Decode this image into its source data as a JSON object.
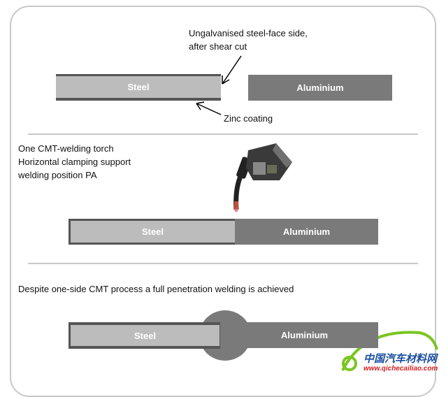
{
  "section1": {
    "annotation_top_line1": "Ungalvanised steel-face side,",
    "annotation_top_line2": "after shear cut",
    "annotation_bottom": "Zinc coating",
    "steel_label": "Steel",
    "aluminium_label": "Aluminium"
  },
  "section2": {
    "lines": [
      "One CMT-welding torch",
      "Horizontal clamping support",
      "welding position PA"
    ],
    "steel_label": "Steel",
    "aluminium_label": "Aluminium"
  },
  "section3": {
    "caption": "Despite one-side CMT process a full penetration welding is achieved",
    "steel_label": "Steel",
    "aluminium_label": "Aluminium"
  },
  "watermark": {
    "title": "中国汽车材料网",
    "url": "www.qichecailiao.com"
  },
  "colors": {
    "steel": "#bcbcbc",
    "aluminium": "#7a7a7a",
    "coating": "#555555"
  }
}
